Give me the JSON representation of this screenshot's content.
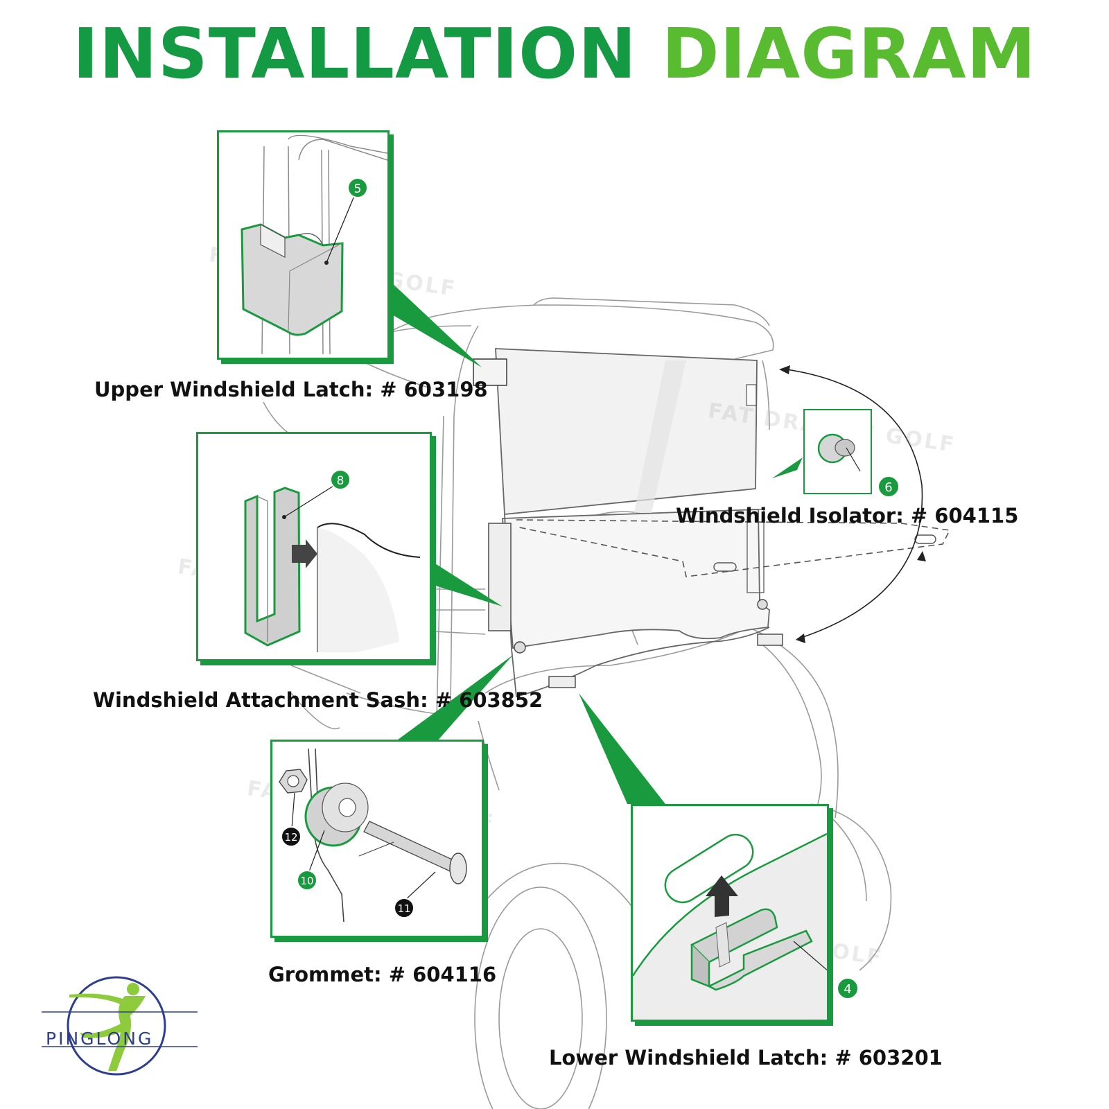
{
  "title": {
    "word1": "INSTALLATION",
    "word2": "DIAGRAM",
    "color1": "#139a42",
    "color2": "#59bb2f"
  },
  "accent_color": "#1a9a3f",
  "parts": [
    {
      "id": "upper-latch",
      "label": "Upper Windshield Latch: # 603198",
      "callouts": [
        "5"
      ]
    },
    {
      "id": "attachment-sash",
      "label": "Windshield Attachment Sash: # 603852",
      "callouts": [
        "8"
      ]
    },
    {
      "id": "isolator",
      "label": "Windshield Isolator: # 604115",
      "callouts": [
        "6"
      ]
    },
    {
      "id": "grommet",
      "label": "Grommet: # 604116",
      "callouts": [
        "12",
        "10",
        "11"
      ]
    },
    {
      "id": "lower-latch",
      "label": "Lower Windshield Latch: # 603201",
      "callouts": [
        "4"
      ]
    }
  ],
  "watermark": "FAT DRAGON GOLF",
  "logo": {
    "text": "PINGLONG",
    "icon": "golfer-swing-icon"
  }
}
